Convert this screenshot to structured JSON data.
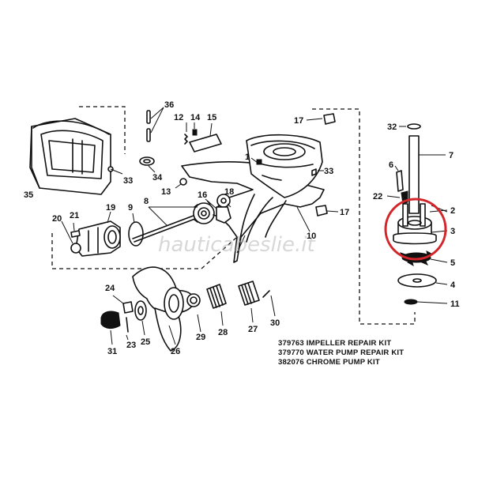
{
  "diagram": {
    "watermark": "hauticabeslie.it",
    "kits": [
      "379763 IMPELLER REPAIR KIT",
      "379770 WATER PUMP REPAIR KIT",
      "382076 CHROME PUMP KIT"
    ],
    "callouts": [
      {
        "n": "1"
      },
      {
        "n": "2"
      },
      {
        "n": "3"
      },
      {
        "n": "4"
      },
      {
        "n": "5"
      },
      {
        "n": "6"
      },
      {
        "n": "7"
      },
      {
        "n": "8"
      },
      {
        "n": "9"
      },
      {
        "n": "10"
      },
      {
        "n": "11"
      },
      {
        "n": "12"
      },
      {
        "n": "13"
      },
      {
        "n": "14"
      },
      {
        "n": "15"
      },
      {
        "n": "16"
      },
      {
        "n": "17"
      },
      {
        "n": "17"
      },
      {
        "n": "18"
      },
      {
        "n": "19"
      },
      {
        "n": "20"
      },
      {
        "n": "21"
      },
      {
        "n": "22"
      },
      {
        "n": "23"
      },
      {
        "n": "24"
      },
      {
        "n": "25"
      },
      {
        "n": "26"
      },
      {
        "n": "27"
      },
      {
        "n": "28"
      },
      {
        "n": "29"
      },
      {
        "n": "30"
      },
      {
        "n": "31"
      },
      {
        "n": "32"
      },
      {
        "n": "33"
      },
      {
        "n": "33"
      },
      {
        "n": "34"
      },
      {
        "n": "35"
      },
      {
        "n": "36"
      }
    ],
    "highlight_color": "#d3262b"
  }
}
